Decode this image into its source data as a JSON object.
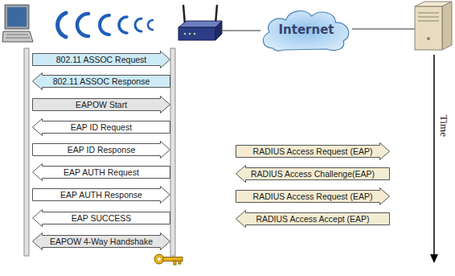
{
  "diagram": {
    "nodes": [
      {
        "text": [
          "Internet"
        ]
      },
      {
        "text": [
          "802.11 ASSOC Request"
        ]
      },
      {
        "text": [
          "802.11 ASSOC Response"
        ]
      },
      {
        "text": [
          "EAPOW Start"
        ]
      },
      {
        "text": [
          "EAP ID Request"
        ]
      },
      {
        "text": [
          "EAP ID Response"
        ]
      },
      {
        "text": [
          "RADIUS Access Request (EAP)"
        ]
      },
      {
        "text": [
          "EAP AUTH Request"
        ]
      },
      {
        "text": [
          "RADIUS Access Challenge(EAP)"
        ]
      },
      {
        "text": [
          "EAP AUTH Response"
        ]
      },
      {
        "text": [
          "RADIUS Access Request (EAP)"
        ]
      },
      {
        "text": [
          "EAP SUCCESS"
        ]
      },
      {
        "text": [
          "RADIUS Access Accept (EAP)"
        ]
      },
      {
        "text": [
          "EAPOW 4-Way Handshake"
        ]
      }
    ],
    "labels": [
      "Time"
    ]
  }
}
